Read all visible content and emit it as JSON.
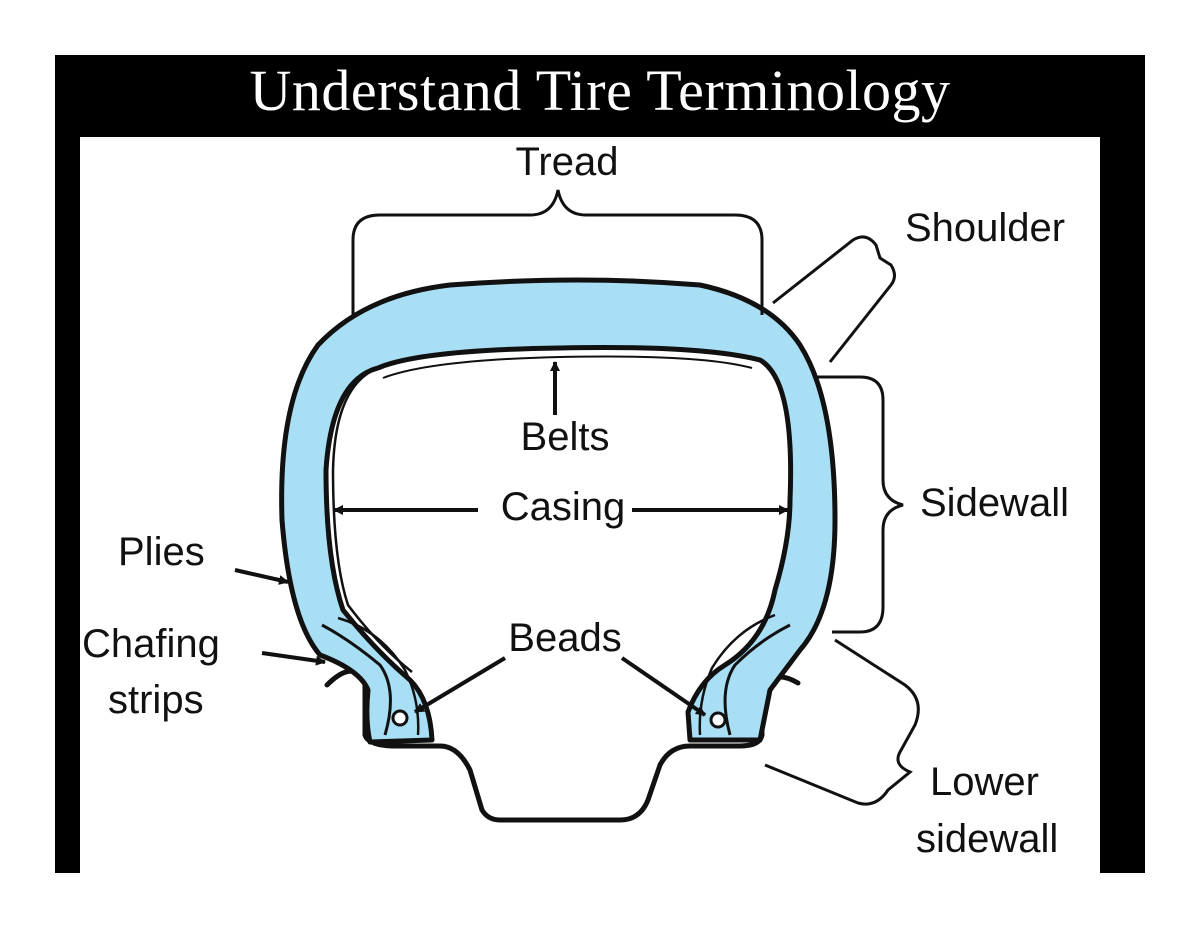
{
  "title": "Understand Tire Terminology",
  "colors": {
    "background": "#000000",
    "panel": "#ffffff",
    "tire_fill": "#a9dff5",
    "outline": "#111111"
  },
  "labels": {
    "tread": "Tread",
    "shoulder": "Shoulder",
    "belts": "Belts",
    "casing": "Casing",
    "sidewall": "Sidewall",
    "plies": "Plies",
    "chafing_line1": "Chafing",
    "chafing_line2": "strips",
    "beads": "Beads",
    "lower_line1": "Lower",
    "lower_line2": "sidewall"
  }
}
